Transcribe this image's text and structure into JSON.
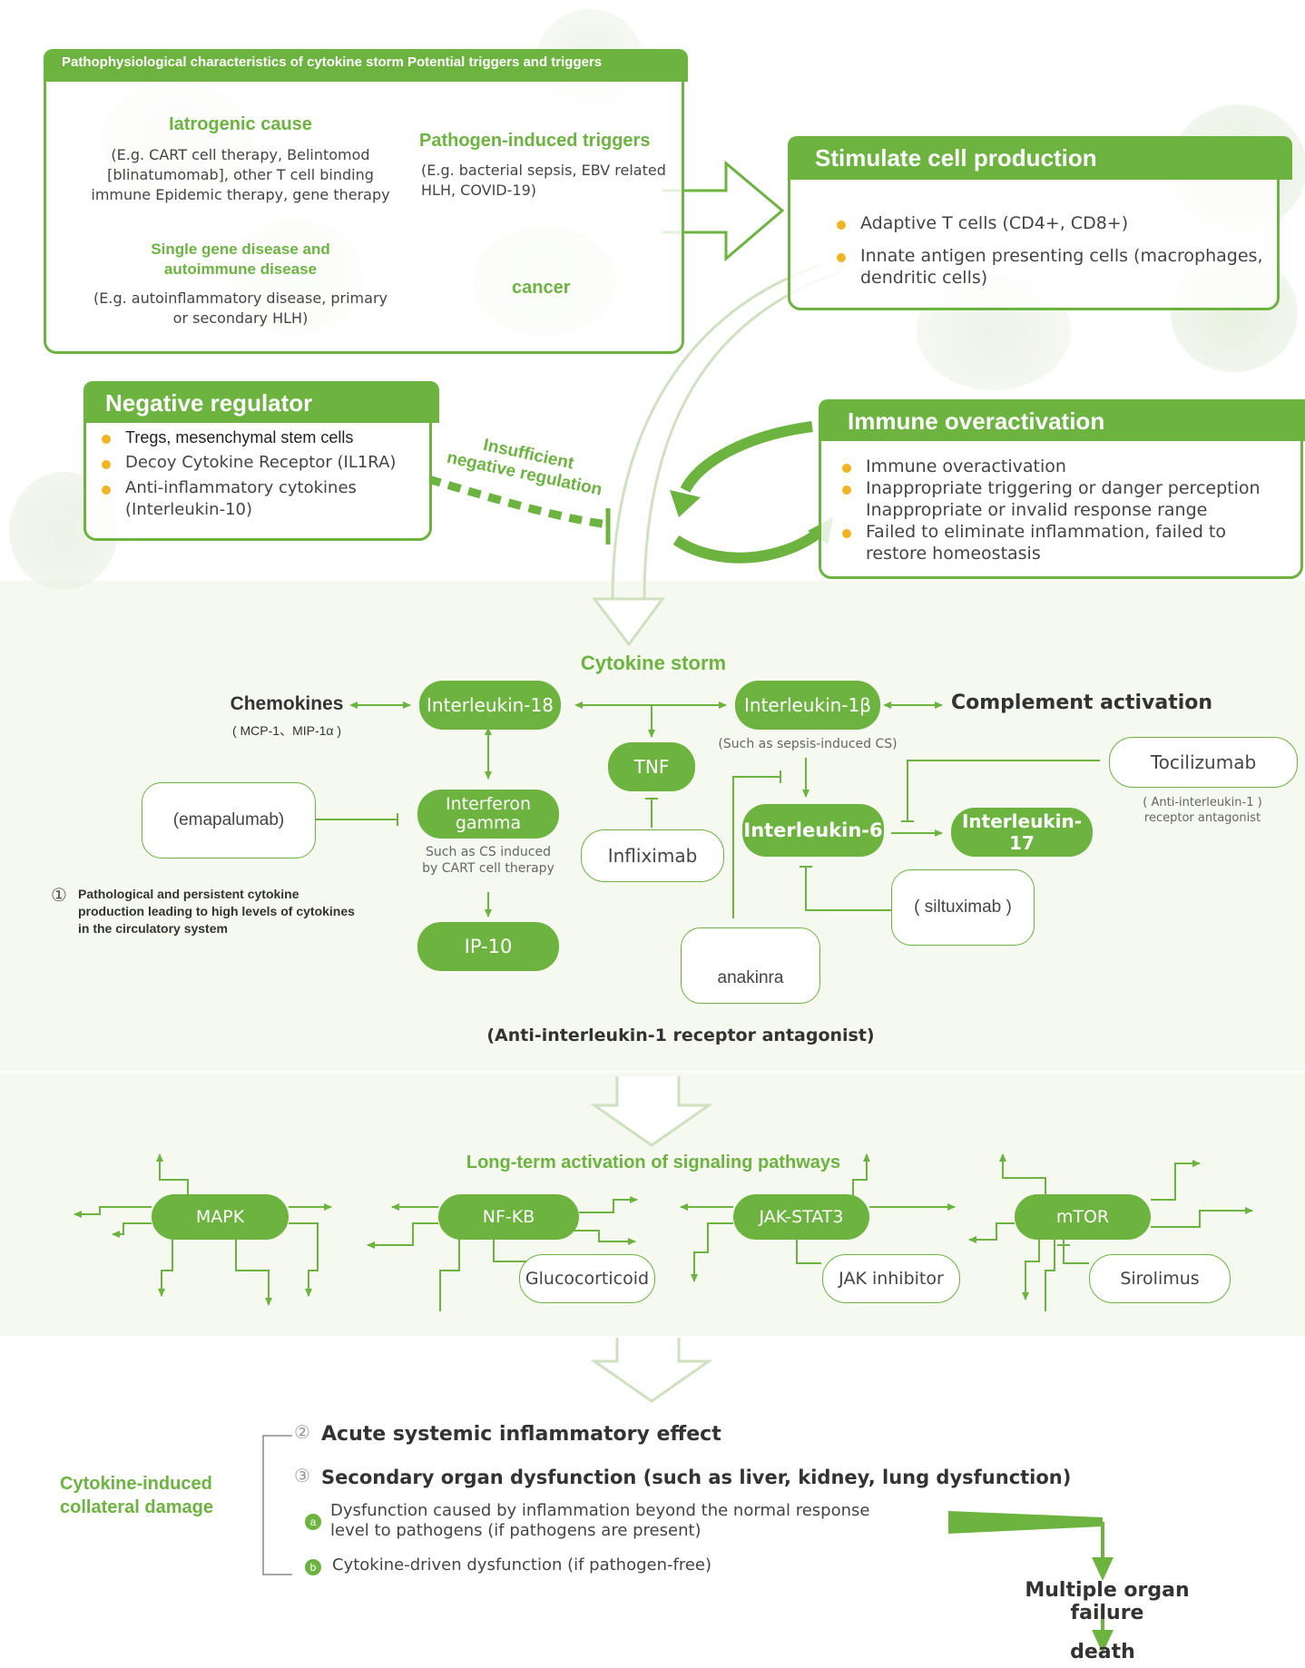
{
  "colors": {
    "primary": "#6cb33f",
    "bullet": "#f0b323",
    "band": "#f5f9f0"
  },
  "triggers": {
    "header": "Pathophysiological characteristics of cytokine storm Potential triggers and triggers",
    "iatrogenic_title": "Iatrogenic cause",
    "iatrogenic_lines": [
      "(E.g. CART cell therapy, Belintomod",
      "[blinatumomab], other T cell binding",
      "immune Epidemic therapy, gene therapy"
    ],
    "pathogen_title": "Pathogen-induced triggers",
    "pathogen_lines": [
      "(E.g. bacterial sepsis, EBV related",
      "HLH, COVID-19)"
    ],
    "single_gene_lines": [
      "Single gene disease and",
      "autoimmune disease"
    ],
    "single_gene_desc_lines": [
      "(E.g. autoinflammatory disease, primary",
      "or secondary HLH)"
    ],
    "cancer": "cancer"
  },
  "stimulate": {
    "title": "Stimulate cell production",
    "item1": "Adaptive T cells (CD4+, CD8+)",
    "item2_lines": [
      "Innate antigen presenting cells (macrophages,",
      "dendritic cells)"
    ]
  },
  "negative_regulator": {
    "title": "Negative regulator",
    "item1": "Tregs, mesenchymal stem cells",
    "item2": "Decoy Cytokine Receptor (IL1RA)",
    "item3_lines": [
      "Anti-inflammatory cytokines",
      "(Interleukin-10)"
    ]
  },
  "insufficient_lines": [
    "Insufficient",
    "negative regulation"
  ],
  "immune": {
    "title": "Immune overactivation",
    "item1": "Immune overactivation",
    "item2_lines": [
      "Inappropriate triggering or danger perception",
      "Inappropriate or invalid response range"
    ],
    "item3_lines": [
      "Failed to eliminate inflammation, failed to",
      "restore homeostasis"
    ]
  },
  "storm": {
    "title": "Cytokine storm",
    "chemokines": "Chemokines",
    "chemokines_sub": "( MCP-1、MIP-1α )",
    "il18": "Interleukin-18",
    "il1b": "Interleukin-1β",
    "complement": "Complement activation",
    "sepsis_note": "(Such as sepsis-induced CS)",
    "tnf": "TNF",
    "infliximab": "Infliximab",
    "emapalumab": "(emapalumab)",
    "ifn_lines": [
      "Interferon",
      "gamma"
    ],
    "ifn_note_lines": [
      "Such as CS induced",
      "by CART cell therapy"
    ],
    "ip10": "IP-10",
    "il6": "Interleukin-6",
    "il17": "Interleukin-17",
    "tocilizumab": "Tocilizumab",
    "toci_note_lines": [
      "( Anti-interleukin-1 )",
      "receptor antagonist"
    ],
    "siltuximab": "( siltuximab )",
    "anakinra": "anakinra",
    "note_num": "①",
    "note_lines": [
      "Pathological and persistent cytokine",
      "production leading to high levels of cytokines",
      "in the circulatory system"
    ],
    "anti_il1": "(Anti-interleukin-1 receptor antagonist)"
  },
  "pathways": {
    "title": "Long-term activation of signaling pathways",
    "mapk": "MAPK",
    "nfkb": "NF-KB",
    "jak": "JAK-STAT3",
    "mtor": "mTOR",
    "glucocorticoid": "Glucocorticoid",
    "jak_inhibitor": "JAK inhibitor",
    "sirolimus": "Sirolimus"
  },
  "damage": {
    "label_lines": [
      "Cytokine-induced",
      "collateral damage"
    ],
    "n2": "②",
    "item2": "Acute systemic inflammatory effect",
    "n3": "③",
    "item3": "Secondary organ dysfunction (such as liver, kidney, lung dysfunction)",
    "na": "a",
    "itema_lines": [
      "Dysfunction caused by inflammation beyond the normal response",
      "level to pathogens (if pathogens are present)"
    ],
    "nb": "b",
    "itemb": "Cytokine-driven dysfunction (if pathogen-free)",
    "mof": "Multiple organ failure",
    "death": "death"
  }
}
